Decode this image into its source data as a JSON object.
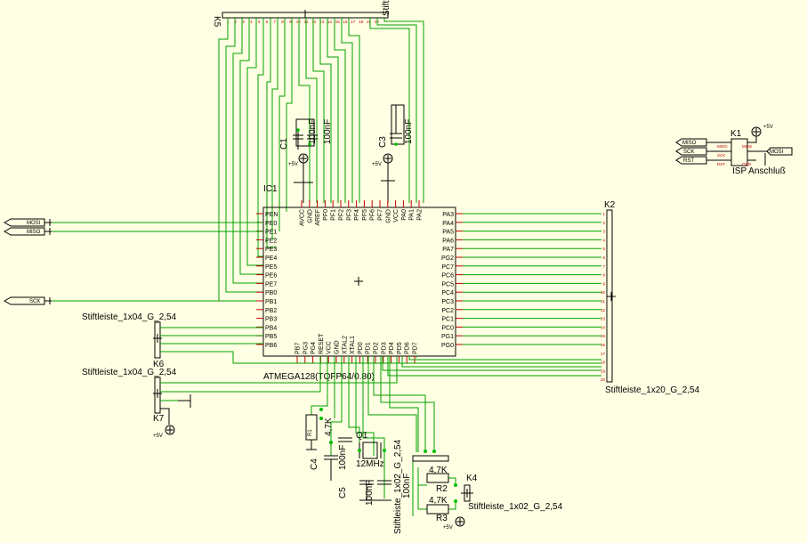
{
  "colors": {
    "background": "#ffffe3",
    "wire": "#00a000",
    "body": "#000000",
    "pin": "#c00000",
    "junction": "#00c000"
  },
  "mcu": {
    "ref": "IC1",
    "value": "ATMEGA128(TQFP64/0.80)",
    "left_pins": [
      "PEN",
      "PE0",
      "PE1",
      "PE2",
      "PE3",
      "PE4",
      "PE5",
      "PE6",
      "PE7",
      "PB0",
      "PB1",
      "PB2",
      "PB3",
      "PB4",
      "PB5",
      "PB6"
    ],
    "top_pins": [
      "AVCC",
      "GND",
      "AREF",
      "PF0",
      "PF1",
      "PF2",
      "PF3",
      "PF4",
      "PF5",
      "PF6",
      "PF7",
      "GND",
      "VCC",
      "PA0",
      "PA1",
      "PA2"
    ],
    "right_pins": [
      "PA3",
      "PA4",
      "PA5",
      "PA6",
      "PA7",
      "PG2",
      "PC7",
      "PC6",
      "PC5",
      "PC4",
      "PC3",
      "PC2",
      "PC1",
      "PC0",
      "PG1",
      "PG0"
    ],
    "bottom_pins": [
      "PB7",
      "PG3",
      "PG4",
      "RESET",
      "VCC",
      "GND",
      "XTAL2",
      "XTAL1",
      "PD0",
      "PD1",
      "PD2",
      "PD3",
      "PD4",
      "PD5",
      "PD6",
      "PD7"
    ]
  },
  "k5": {
    "ref": "K5",
    "value": "Stiftl",
    "pin_numbers": [
      "1",
      "2",
      "3",
      "4",
      "5",
      "6",
      "7",
      "8",
      "9",
      "10",
      "11",
      "12",
      "13",
      "14",
      "15",
      "16",
      "17",
      "18",
      "19",
      "20"
    ]
  },
  "k2": {
    "ref": "K2",
    "value": "Stiftleiste_1x20_G_2,54",
    "pin_numbers": [
      "1",
      "2",
      "3",
      "4",
      "5",
      "6",
      "7",
      "8",
      "9",
      "10",
      "11",
      "12",
      "13",
      "14",
      "15",
      "16",
      "17",
      "18",
      "19",
      "20"
    ]
  },
  "k6": {
    "ref": "K6",
    "value": "Stiftleiste_1x04_G_2,54"
  },
  "k7": {
    "ref": "K7",
    "value": "Stiftleiste_1x04_G_2,54",
    "supply": "+5V"
  },
  "k1": {
    "ref": "K1",
    "value": "ISP Anschluß",
    "supply": "+5V",
    "pins": [
      "MISO",
      "SCK",
      "RST"
    ],
    "pin_labels": [
      "MOSI",
      "MISO",
      "SCK",
      "RST",
      "GND",
      "MOSI"
    ]
  },
  "k3": {
    "value": "Stiftleiste_1x02_G_2,54"
  },
  "k4": {
    "ref": "K4",
    "value": "Stiftleiste_1x02_G_2,54",
    "supply": "+5V"
  },
  "net_flags": [
    "MOSI",
    "MISO",
    "SCK"
  ],
  "caps": {
    "c1": "C1",
    "c1_value": "100nF",
    "c1_supply": "+5V",
    "c3": "C3",
    "c3_value": "100nF",
    "c3_supply": "+5V",
    "c4": "C4",
    "c5": "C5",
    "c5_value": "100nF",
    "c6_value": "100nF",
    "c7_value": "100nF",
    "c8_value": "100nF"
  },
  "crystal": {
    "ref": "Q1",
    "value": "12MHz"
  },
  "resistors": {
    "r1_ref": "R1",
    "r1_value": "4,7K",
    "r2_ref": "R2",
    "r2_value": "4,7K",
    "r3_ref": "R3",
    "r3_value": "4,7K"
  }
}
